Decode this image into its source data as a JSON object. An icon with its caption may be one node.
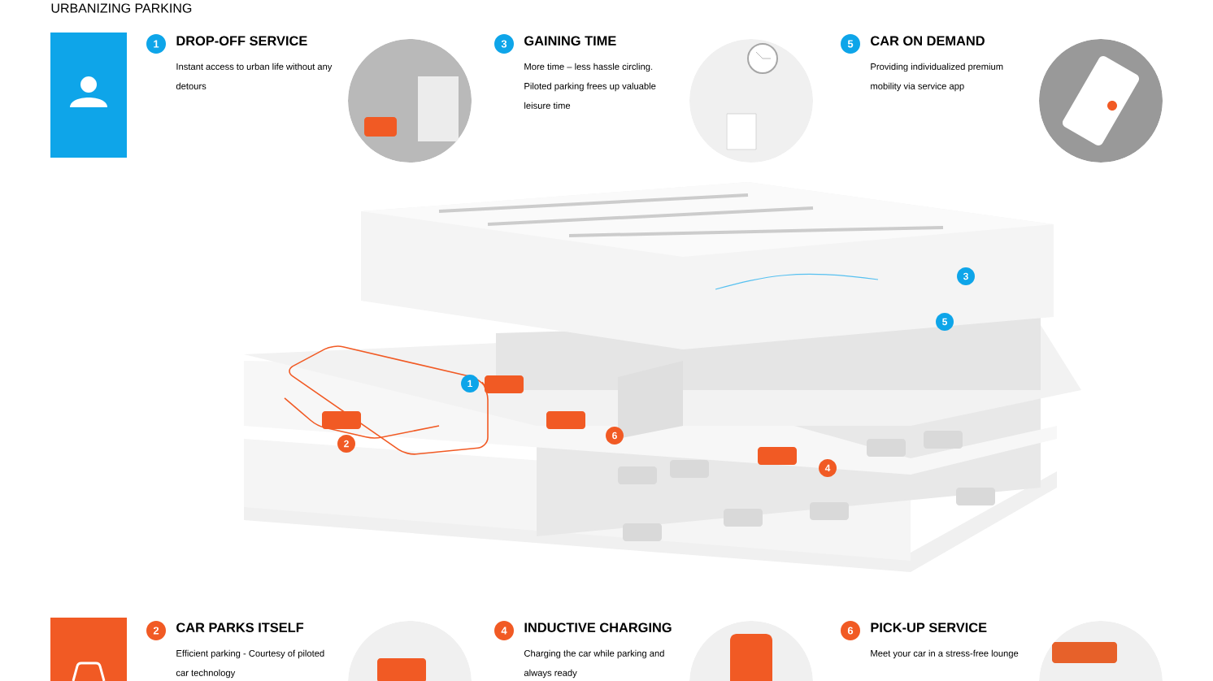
{
  "diagram": {
    "title": "URBANIZING PARKING",
    "nodes": [
      {
        "text": [
          "DROP-OFF SERVICE",
          "Instant access to urban life without any detours"
        ],
        "beside": [
          "1"
        ]
      },
      {
        "text": [
          "GAINING TIME",
          "More time – less hassle circling. Piloted parking frees up valuable leisure time"
        ],
        "beside": [
          "3"
        ]
      },
      {
        "text": [
          "CAR ON DEMAND",
          "Providing individualized premium mobility via service app"
        ],
        "beside": [
          "5"
        ]
      },
      {
        "text": [
          "CAR PARKS ITSELF",
          "Efficient parking - Courtesy of piloted car technology"
        ],
        "beside": [
          "2"
        ]
      },
      {
        "text": [
          "INDUCTIVE CHARGING",
          "Charging the car while parking and always ready"
        ],
        "beside": [
          "4"
        ]
      },
      {
        "text": [
          "PICK-UP SERVICE",
          "Meet your car in a stress-free lounge"
        ],
        "beside": [
          "6"
        ]
      }
    ],
    "labels": [
      "3",
      "5",
      "1",
      "6",
      "2",
      "4"
    ]
  }
}
